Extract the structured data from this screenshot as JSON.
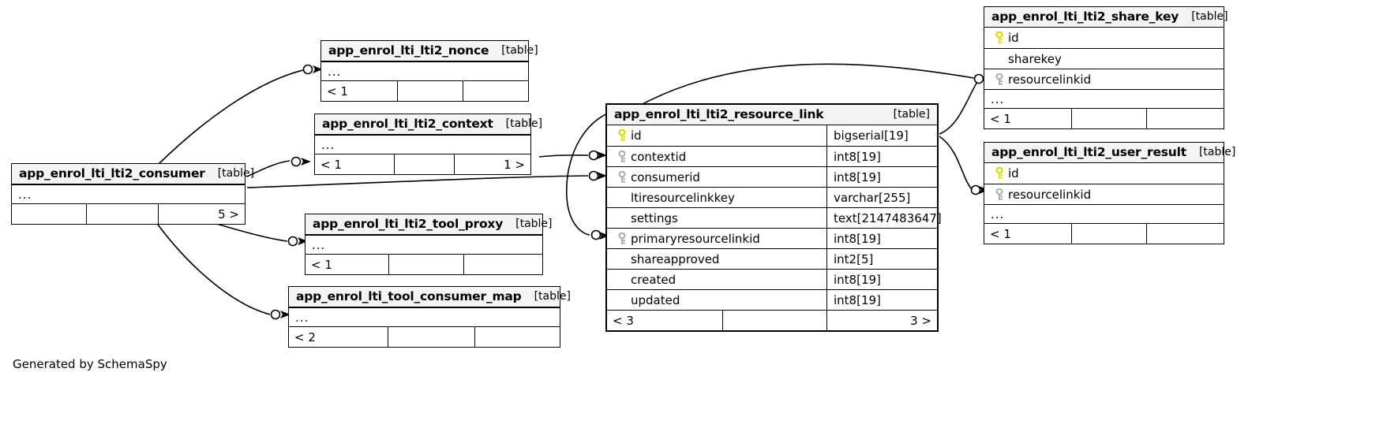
{
  "footer": {
    "credit": "Generated by SchemaSpy"
  },
  "labels": {
    "table_tag": "[table]",
    "ellipsis": "..."
  },
  "colors": {
    "primary_key": "#e8e800",
    "foreign_key": "#b0b0b0",
    "header_bg": "#f4f4f4",
    "border": "#000000",
    "background": "#ffffff"
  },
  "tables": [
    {
      "id": "resource_link",
      "name": "app_enrol_lti_lti2_resource_link",
      "tag": "[table]",
      "columns": [
        {
          "name": "id",
          "type": "bigserial[19]",
          "key": "primary"
        },
        {
          "name": "contextid",
          "type": "int8[19]",
          "key": "foreign"
        },
        {
          "name": "consumerid",
          "type": "int8[19]",
          "key": "foreign"
        },
        {
          "name": "ltiresourcelinkkey",
          "type": "varchar[255]",
          "key": "none"
        },
        {
          "name": "settings",
          "type": "text[2147483647]",
          "key": "none"
        },
        {
          "name": "primaryresourcelinkid",
          "type": "int8[19]",
          "key": "foreign"
        },
        {
          "name": "shareapproved",
          "type": "int2[5]",
          "key": "none"
        },
        {
          "name": "created",
          "type": "int8[19]",
          "key": "none"
        },
        {
          "name": "updated",
          "type": "int8[19]",
          "key": "none"
        }
      ],
      "footer": {
        "left": "< 3",
        "middle": "",
        "right": "3 >"
      }
    },
    {
      "id": "share_key",
      "name": "app_enrol_lti_lti2_share_key",
      "tag": "[table]",
      "columns": [
        {
          "name": "id",
          "type": "",
          "key": "primary"
        },
        {
          "name": "sharekey",
          "type": "",
          "key": "none"
        },
        {
          "name": "resourcelinkid",
          "type": "",
          "key": "foreign"
        }
      ],
      "footer": {
        "left": "< 1",
        "middle": "",
        "right": ""
      }
    },
    {
      "id": "user_result",
      "name": "app_enrol_lti_lti2_user_result",
      "tag": "[table]",
      "columns": [
        {
          "name": "id",
          "type": "",
          "key": "primary"
        },
        {
          "name": "resourcelinkid",
          "type": "",
          "key": "foreign"
        }
      ],
      "footer": {
        "left": "< 1",
        "middle": "",
        "right": ""
      }
    },
    {
      "id": "nonce",
      "name": "app_enrol_lti_lti2_nonce",
      "tag": "[table]",
      "columns": [],
      "footer": {
        "left": "< 1",
        "middle": "",
        "right": ""
      }
    },
    {
      "id": "context",
      "name": "app_enrol_lti_lti2_context",
      "tag": "[table]",
      "columns": [],
      "footer": {
        "left": "< 1",
        "middle": "",
        "right": "1 >"
      }
    },
    {
      "id": "consumer",
      "name": "app_enrol_lti_lti2_consumer",
      "tag": "[table]",
      "columns": [],
      "footer": {
        "left": "",
        "middle": "",
        "right": "5 >"
      }
    },
    {
      "id": "tool_proxy",
      "name": "app_enrol_lti_lti2_tool_proxy",
      "tag": "[table]",
      "columns": [],
      "footer": {
        "left": "< 1",
        "middle": "",
        "right": ""
      }
    },
    {
      "id": "tool_consumer_map",
      "name": "app_enrol_lti_tool_consumer_map",
      "tag": "[table]",
      "columns": [],
      "footer": {
        "left": "< 2",
        "middle": "",
        "right": ""
      }
    }
  ]
}
